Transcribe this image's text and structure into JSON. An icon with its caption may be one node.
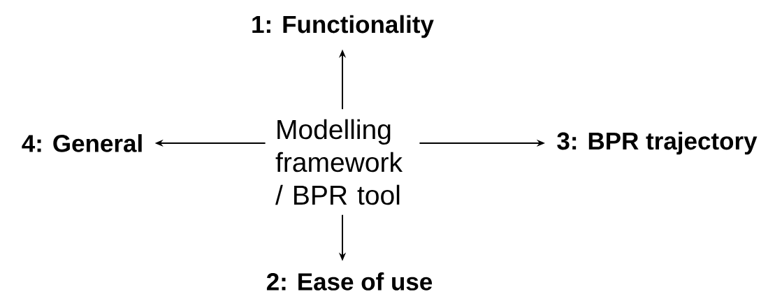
{
  "diagram": {
    "nodes": [
      {
        "text": [
          "Modelling framework / BPR tool"
        ]
      },
      {
        "text": [
          "1: Functionality"
        ]
      },
      {
        "text": [
          "2: Ease of use"
        ]
      },
      {
        "text": [
          "3: BPR trajectory"
        ]
      },
      {
        "text": [
          "4: General"
        ]
      }
    ],
    "edges": [
      {
        "from": 0,
        "to": 1,
        "arrow": "to"
      },
      {
        "from": 0,
        "to": 2,
        "arrow": "to"
      },
      {
        "from": 0,
        "to": 3,
        "arrow": "to"
      },
      {
        "from": 0,
        "to": 4,
        "arrow": "to"
      }
    ]
  }
}
